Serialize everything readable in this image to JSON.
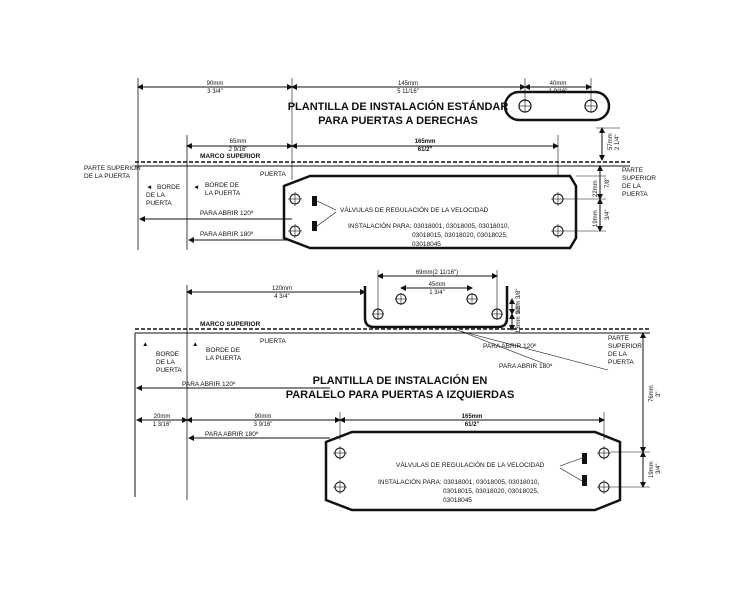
{
  "top": {
    "title_line1": "PLANTILLA DE INSTALACIÓN ESTÁNDAR",
    "title_line2": "PARA PUERTAS A DERECHAS",
    "dim_90mm": "90mm",
    "dim_90in": "3 3/4\"",
    "dim_145mm": "145mm",
    "dim_145in": "5 11/16\"",
    "dim_40mm": "40mm",
    "dim_40in": "1 9/16\"",
    "dim_65mm": "65mm",
    "dim_65in": "2 9/16\"",
    "dim_165mm": "165mm",
    "dim_165in": "61/2\"",
    "dim_57mm": "57mm",
    "dim_57in": "2 1/4\"",
    "dim_22mm": "22mm",
    "dim_22in": "7/8\"",
    "dim_19mm": "19mm",
    "dim_19in": "3/4\"",
    "marco": "MARCO SUPERIOR",
    "parte_left_1": "PARTE SUPERIOR",
    "parte_left_2": "DE LA PUERTA",
    "puerta": "PUERTA",
    "borde_left_1": "BORDE",
    "borde_left_2": "DE LA",
    "borde_left_3": "PUERTA",
    "borde_mid_1": "BORDE DE",
    "borde_mid_2": "LA PUERTA",
    "parte_right_1": "PARTE",
    "parte_right_2": "SUPERIOR",
    "parte_right_3": "DE LA",
    "parte_right_4": "PUERTA",
    "abrir120": "PARA ABRIR 120º",
    "abrir180": "PARA ABRIR 180º",
    "valvulas": "VÁLVULAS DE REGULACIÓN DE LA VELOCIDAD",
    "inst_1": "INSTALACIÓN PARA: 03018001, 03018005, 03018010,",
    "inst_2": "03018015, 03018020, 03018025,",
    "inst_3": "03018045"
  },
  "bottom": {
    "title_line1": "PLANTILLA DE INSTALACIÓN EN",
    "title_line2": "PARALELO PARA PUERTAS A IZQUIERDAS",
    "dim_69mm": "69mm(2 11/16\")",
    "dim_45mm": "45mm",
    "dim_45in": "1 3/4\"",
    "dim_120mm": "120mm",
    "dim_120in": "4 3/4\"",
    "dim_9mm": "9mm 3/8\"",
    "dim_13mm": "13mm 1/2\"",
    "dim_20mm": "20mm",
    "dim_20in": "1 3/16\"",
    "dim_90mm": "90mm",
    "dim_90in": "3 9/16\"",
    "dim_165mm": "165mm",
    "dim_165in": "61/2\"",
    "dim_76mm": "76mm",
    "dim_76in": "3\"",
    "dim_19mm": "19mm",
    "dim_19in": "3/4\"",
    "marco": "MARCO SUPERIOR",
    "puerta": "PUERTA",
    "borde_left_1": "BORDE",
    "borde_left_2": "DE LA",
    "borde_left_3": "PUERTA",
    "borde_mid_1": "BORDE DE",
    "borde_mid_2": "LA PUERTA",
    "parte_right_1": "PARTE",
    "parte_right_2": "SUPERIOR",
    "parte_right_3": "DE LA",
    "parte_right_4": "PUERTA",
    "abrir120_arm": "PARA ABRIR 120º",
    "abrir180_arm": "PARA ABRIR 180º",
    "abrir120": "PARA ABRIR 120º",
    "abrir180": "PARA ABRIR 180º",
    "valvulas": "VÁLVULAS DE REGULACIÓN DE LA VELOCIDAD",
    "inst_1": "INSTALACIÓN PARA: 03018001, 03018005, 03018010,",
    "inst_2": "03018015, 03018020, 03018025,",
    "inst_3": "03018045"
  }
}
